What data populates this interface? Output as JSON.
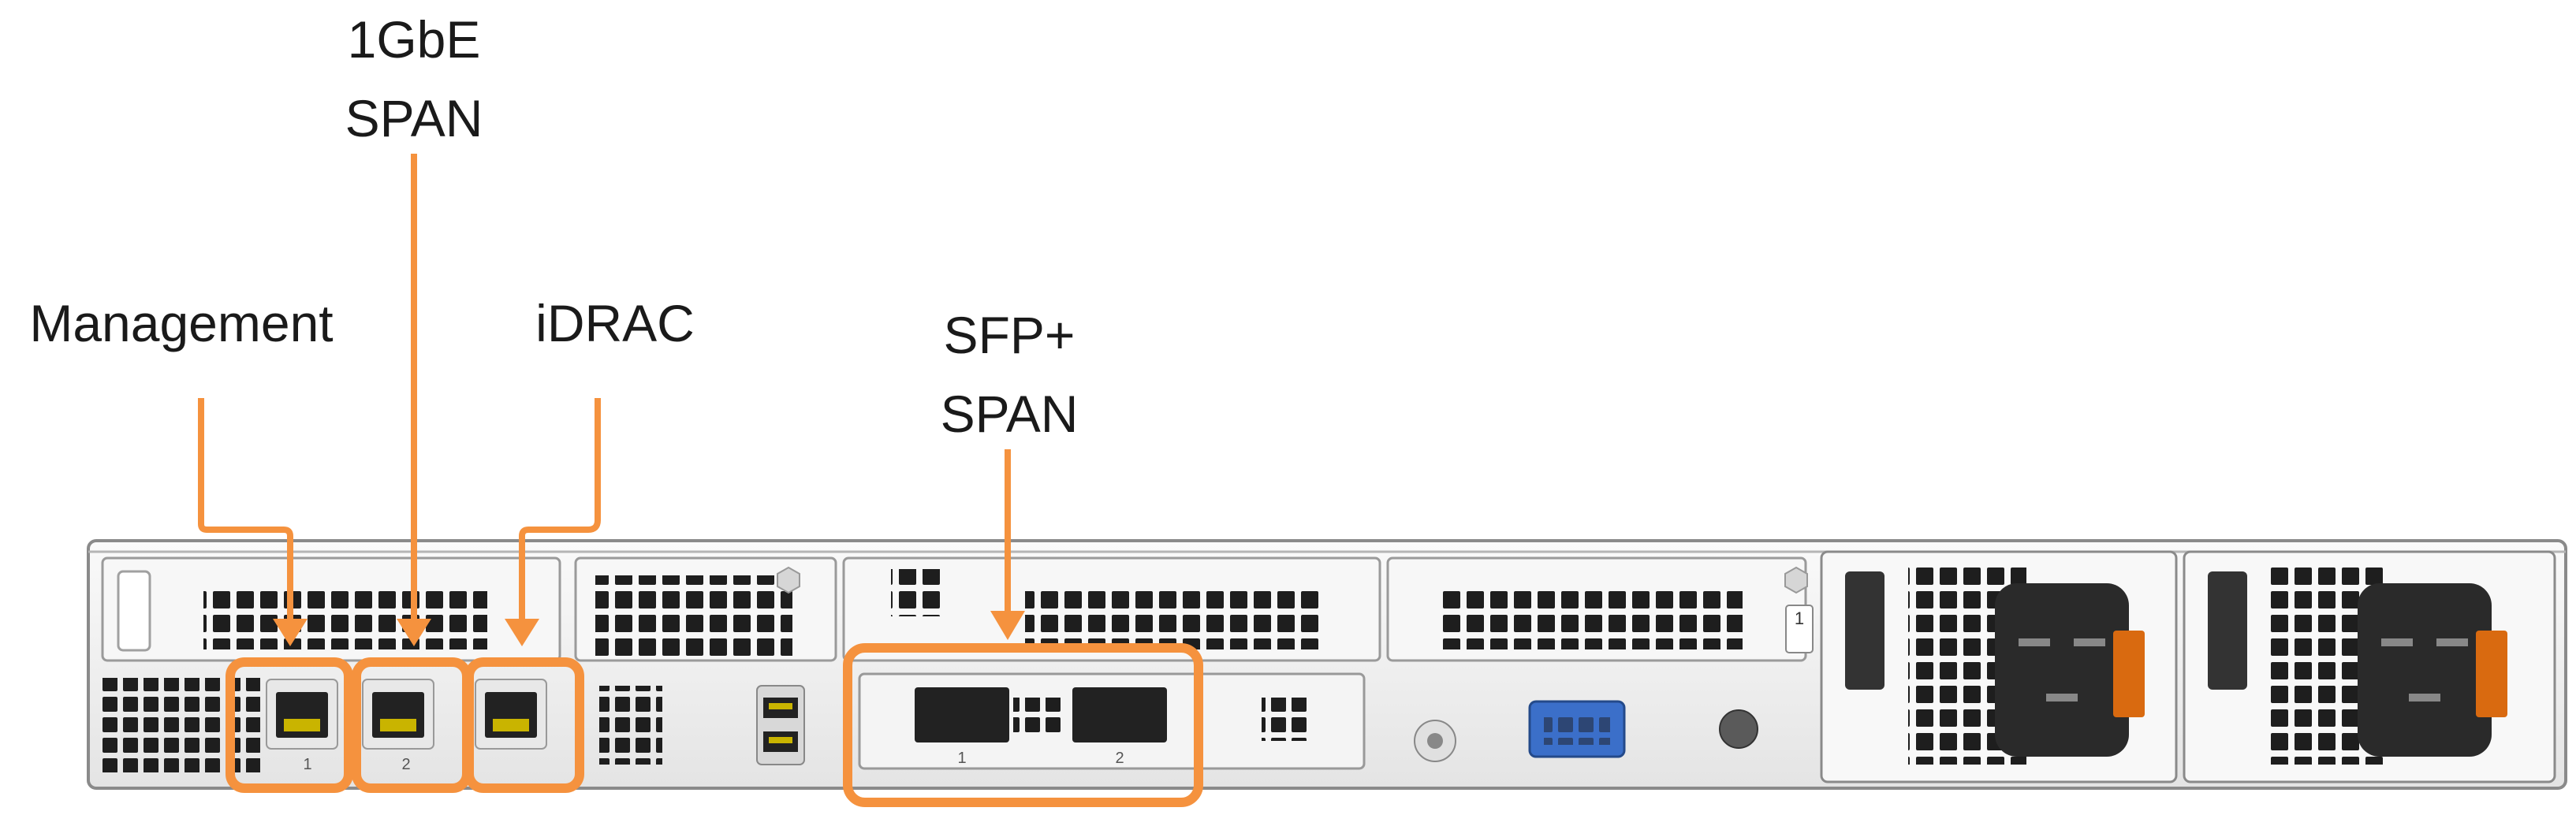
{
  "labels": {
    "management": "Management",
    "gbe_span_line1": "1GbE",
    "gbe_span_line2": "SPAN",
    "idrac": "iDRAC",
    "sfp_span_line1": "SFP+",
    "sfp_span_line2": "SPAN"
  },
  "port_marks": {
    "nic1": "1",
    "nic2": "2",
    "sfp1": "1",
    "sfp2": "2",
    "slot_number": "1"
  },
  "colors": {
    "callout": "#F5923E",
    "chassis": "#F2F2F2",
    "chassis_edge": "#8A8A8A",
    "vent": "#1E1E1E",
    "psu_socket": "#2A2A2A",
    "psu_latch": "#D96A10",
    "vga": "#3B6FC9",
    "port_gold": "#C9B400"
  }
}
